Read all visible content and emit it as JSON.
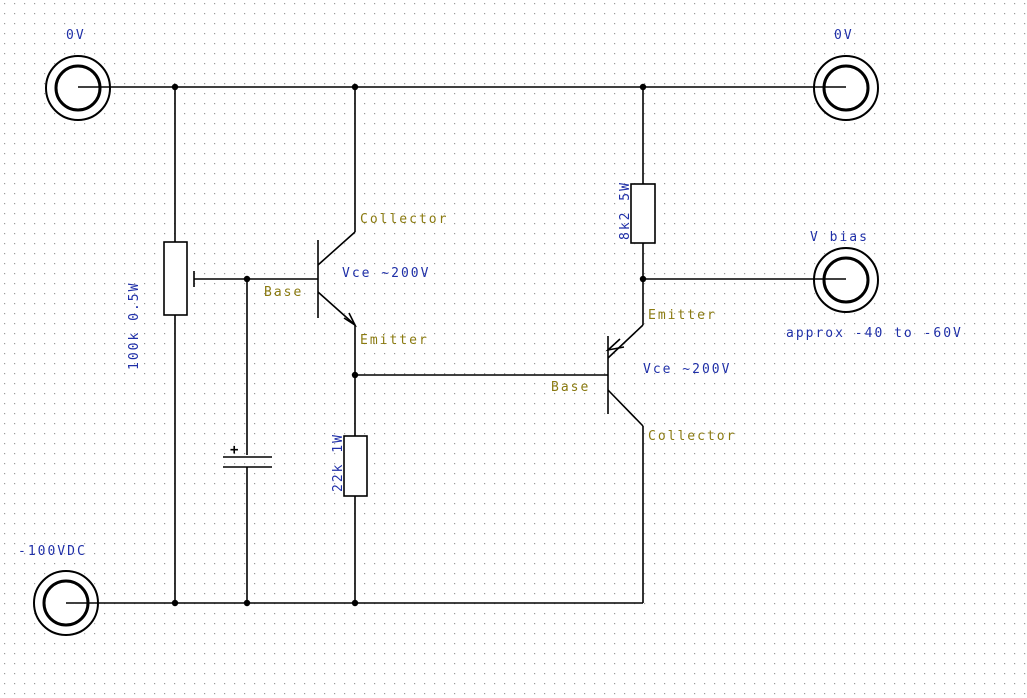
{
  "labels": {
    "terminal_0v_left": "0V",
    "terminal_0v_right": "0V",
    "terminal_neg_supply": "-100VDC",
    "terminal_vbias": "V bias",
    "vbias_range": "approx -40 to -60V",
    "pot_value": "100k 0.5W",
    "resistor_emitter_value": "22k 1W",
    "resistor_bias_value": "8k2 5W",
    "q1_collector": "Collector",
    "q1_base": "Base",
    "q1_emitter": "Emitter",
    "q1_vce": "Vce ~200V",
    "q2_emitter": "Emitter",
    "q2_base": "Base",
    "q2_collector": "Collector",
    "q2_vce": "Vce ~200V",
    "cap_polarity": "+"
  },
  "colors": {
    "background": "#ffffff",
    "grid_dot": "#9a9a9a",
    "wire": "#000000",
    "value_text": "#1f2fa8",
    "pin_text": "#8a7a10"
  }
}
